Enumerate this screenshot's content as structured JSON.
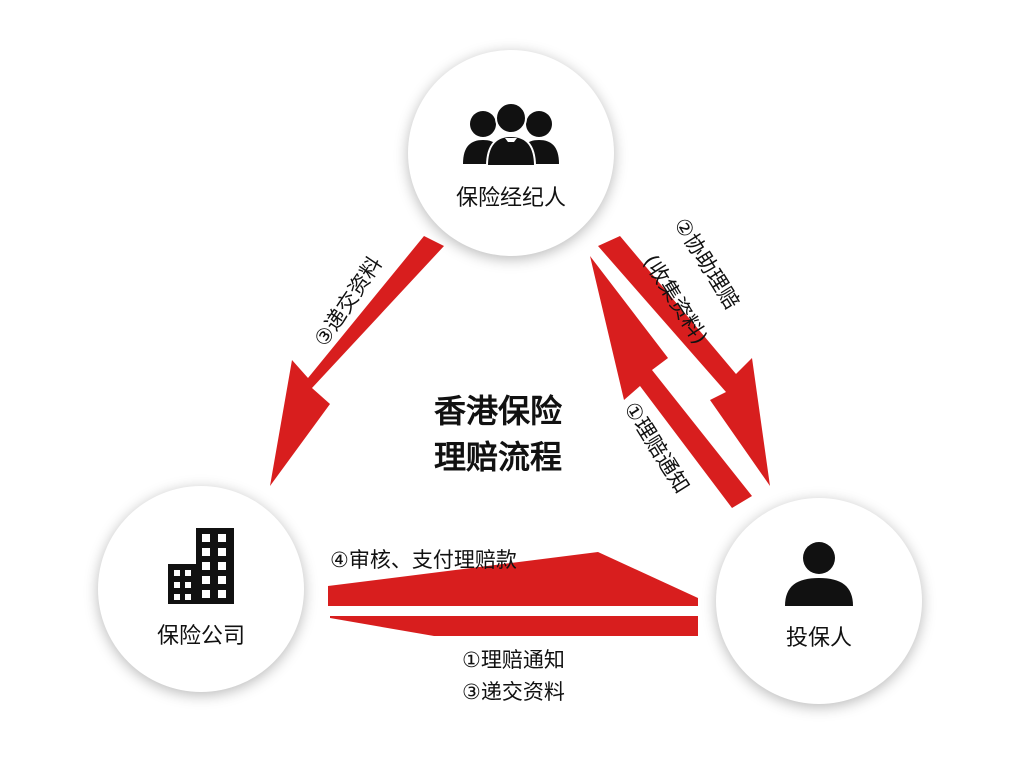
{
  "colors": {
    "arrow": "#d81e1e",
    "circle_bg": "#ffffff",
    "text": "#111111"
  },
  "title": {
    "line1": "香港保险",
    "line2": "理赔流程"
  },
  "nodes": {
    "broker": {
      "label": "保险经纪人",
      "icon": "group-of-people-icon"
    },
    "insurer": {
      "label": "保险公司",
      "icon": "buildings-icon"
    },
    "insured": {
      "label": "投保人",
      "icon": "person-icon"
    }
  },
  "edges": {
    "broker_to_insurer": {
      "label": "③递交资料"
    },
    "broker_to_insured": {
      "line1": "②协助理赔",
      "line2": "(收集资料)"
    },
    "insured_to_broker": {
      "label": "①理赔通知"
    },
    "insurer_to_insured": {
      "label": "④审核、支付理赔款"
    },
    "insured_to_insurer": {
      "line1": "①理赔通知",
      "line2": "③递交资料"
    }
  }
}
